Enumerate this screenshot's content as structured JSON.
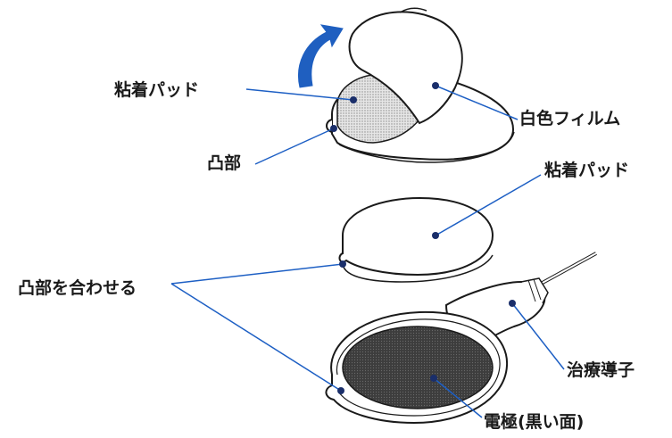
{
  "labels": {
    "adhesive_pad_top": "粘着パッド",
    "white_film": "白色フィルム",
    "protrusion": "凸部",
    "adhesive_pad_mid": "粘着パッド",
    "align_protrusions": "凸部を合わせる",
    "treatment_lead": "治療導子",
    "electrode": "電極(黒い面)"
  },
  "colors": {
    "leader_line": "#1d5fc4",
    "arrow": "#1f5fc0",
    "outline": "#1a1a1a",
    "pad_fill": "#ffffff",
    "adhesive_fill": "#d8d8d8",
    "electrode_fill": "#4a4a4a"
  },
  "icons": {
    "peel_arrow": "curved-arrow-icon"
  }
}
